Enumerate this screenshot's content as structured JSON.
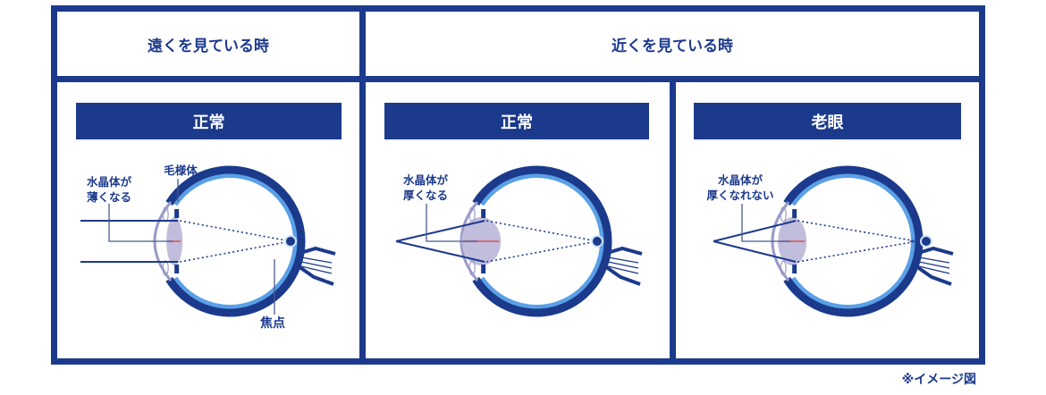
{
  "headers": {
    "far": "遠くを見ている時",
    "near": "近くを見ている時"
  },
  "panels": [
    {
      "title": "正常",
      "lens_label_1": "水晶体が",
      "lens_label_2": "薄くなる",
      "ciliary_label": "毛様体",
      "focus_label": "焦点"
    },
    {
      "title": "正常",
      "lens_label_1": "水晶体が",
      "lens_label_2": "厚くなる"
    },
    {
      "title": "老眼",
      "lens_label_1": "水晶体が",
      "lens_label_2": "厚くなれない"
    }
  ],
  "note": "※イメージ図",
  "colors": {
    "navy": "#1c3a8c",
    "light_blue": "#5aa0e6",
    "lens": "#b9b6d9",
    "focus_mark": "#e05050"
  }
}
